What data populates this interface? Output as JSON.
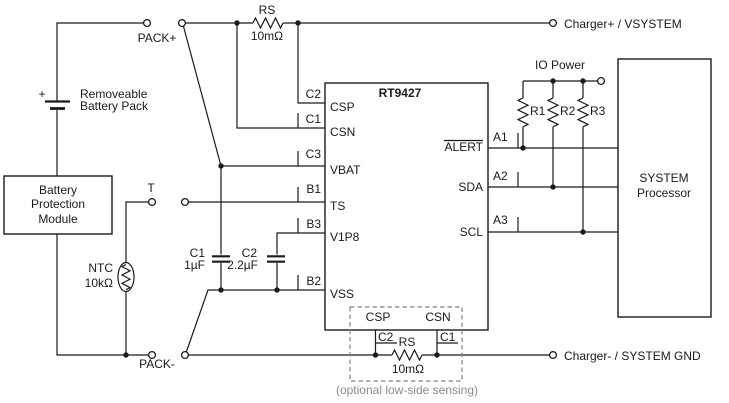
{
  "diagram": {
    "note_optional": "(optional low-side sensing)",
    "colors": {
      "line": "#1a1a1a",
      "muted": "#8a8a8a"
    }
  },
  "terminals": {
    "pack_plus": "PACK+",
    "pack_minus": "PACK-",
    "t": "T",
    "charger_plus": "Charger+ / VSYSTEM",
    "charger_minus": "Charger- / SYSTEM GND",
    "io_power": "IO Power"
  },
  "components": {
    "battery": {
      "plus": "+",
      "label_line1": "Removeable",
      "label_line2": "Battery Pack"
    },
    "protection_module": {
      "line1": "Battery",
      "line2": "Protection",
      "line3": "Module"
    },
    "ntc": {
      "name": "NTC",
      "value": "10kΩ"
    },
    "rs_top": {
      "name": "RS",
      "value": "10mΩ"
    },
    "rs_bottom": {
      "name": "RS",
      "value": "10mΩ"
    },
    "c1": {
      "name": "C1",
      "value": "1µF"
    },
    "c2": {
      "name": "C2",
      "value": "2.2µF"
    },
    "r1": "R1",
    "r2": "R2",
    "r3": "R3"
  },
  "ic": {
    "name": "RT9427",
    "left_pins": [
      {
        "des": "C2",
        "name": "CSP"
      },
      {
        "des": "C1",
        "name": "CSN"
      },
      {
        "des": "C3",
        "name": "VBAT"
      },
      {
        "des": "B1",
        "name": "TS"
      },
      {
        "des": "B3",
        "name": "V1P8"
      },
      {
        "des": "B2",
        "name": "VSS"
      }
    ],
    "right_pins": [
      {
        "des": "A1",
        "name": "ALERT"
      },
      {
        "des": "A2",
        "name": "SDA"
      },
      {
        "des": "A3",
        "name": "SCL"
      }
    ],
    "bottom_pins": [
      {
        "des": "C2",
        "name": "CSP"
      },
      {
        "des": "C1",
        "name": "CSN"
      }
    ]
  },
  "system": {
    "line1": "SYSTEM",
    "line2": "Processor"
  }
}
